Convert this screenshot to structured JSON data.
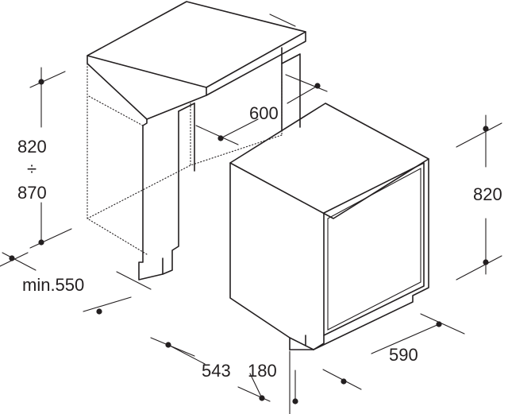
{
  "dimensions": {
    "recess_height_min": "820",
    "recess_height_separator": "÷",
    "recess_height_max": "870",
    "recess_width": "600",
    "recess_depth": "min.550",
    "appliance_height": "820",
    "appliance_width": "590",
    "appliance_depth": "543",
    "plinth_depth": "180"
  }
}
